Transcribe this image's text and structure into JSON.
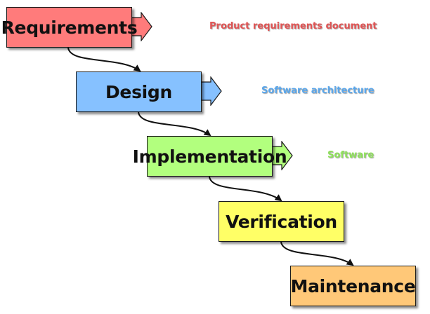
{
  "phases": [
    {
      "label": "Requirements",
      "color": "#ff7b7b",
      "deliverable": "Product requirements document",
      "deliverable_color": "#e05454"
    },
    {
      "label": "Design",
      "color": "#86c1ff",
      "deliverable": "Software architecture",
      "deliverable_color": "#5aa6ea"
    },
    {
      "label": "Implementation",
      "color": "#b2ff7e",
      "deliverable": "Software",
      "deliverable_color": "#8ee05a"
    },
    {
      "label": "Verification",
      "color": "#ffff66",
      "deliverable": "",
      "deliverable_color": ""
    },
    {
      "label": "Maintenance",
      "color": "#ffc878",
      "deliverable": "",
      "deliverable_color": ""
    }
  ]
}
